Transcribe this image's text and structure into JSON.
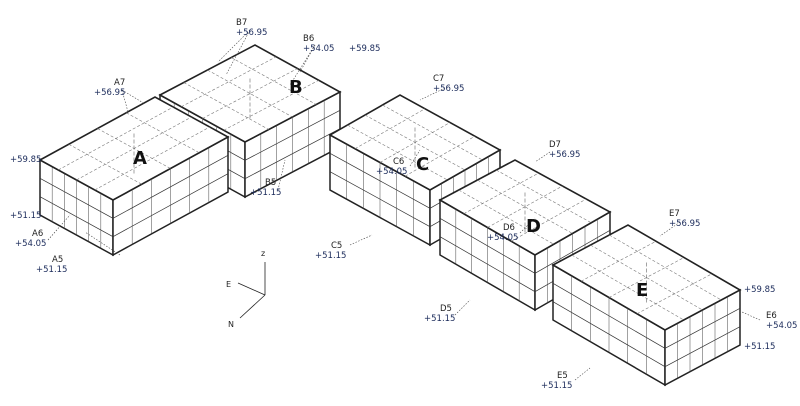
{
  "blocks": {
    "a": "A",
    "b": "B",
    "c": "C",
    "d": "D",
    "e": "E"
  },
  "labels": {
    "a7": {
      "name": "A7",
      "elev": "+56.95"
    },
    "a6": {
      "name": "A6",
      "elev": "+54.05"
    },
    "a5": {
      "name": "A5",
      "elev": "+51.15"
    },
    "a_top": "+59.85",
    "a_base": "+51.15",
    "b7": {
      "name": "B7",
      "elev": "+56.95"
    },
    "b6": {
      "name": "B6",
      "elev": "+54.05"
    },
    "b5": {
      "name": "B5",
      "elev": "+51.15"
    },
    "b_top": "+59.85",
    "c7": {
      "name": "C7",
      "elev": "+56.95"
    },
    "c6": {
      "name": "C6",
      "elev": "+54.05"
    },
    "c5": {
      "name": "C5",
      "elev": "+51.15"
    },
    "d7": {
      "name": "D7",
      "elev": "+56.95"
    },
    "d6": {
      "name": "D6",
      "elev": "+54.05"
    },
    "d5": {
      "name": "D5",
      "elev": "+51.15"
    },
    "e7": {
      "name": "E7",
      "elev": "+56.95"
    },
    "e6": {
      "name": "E6",
      "elev": "+54.05"
    },
    "e5": {
      "name": "E5",
      "elev": "+51.15"
    },
    "e_top": "+59.85",
    "e_base": "+51.15"
  },
  "axes": {
    "z": "z",
    "e": "E",
    "n": "N"
  }
}
